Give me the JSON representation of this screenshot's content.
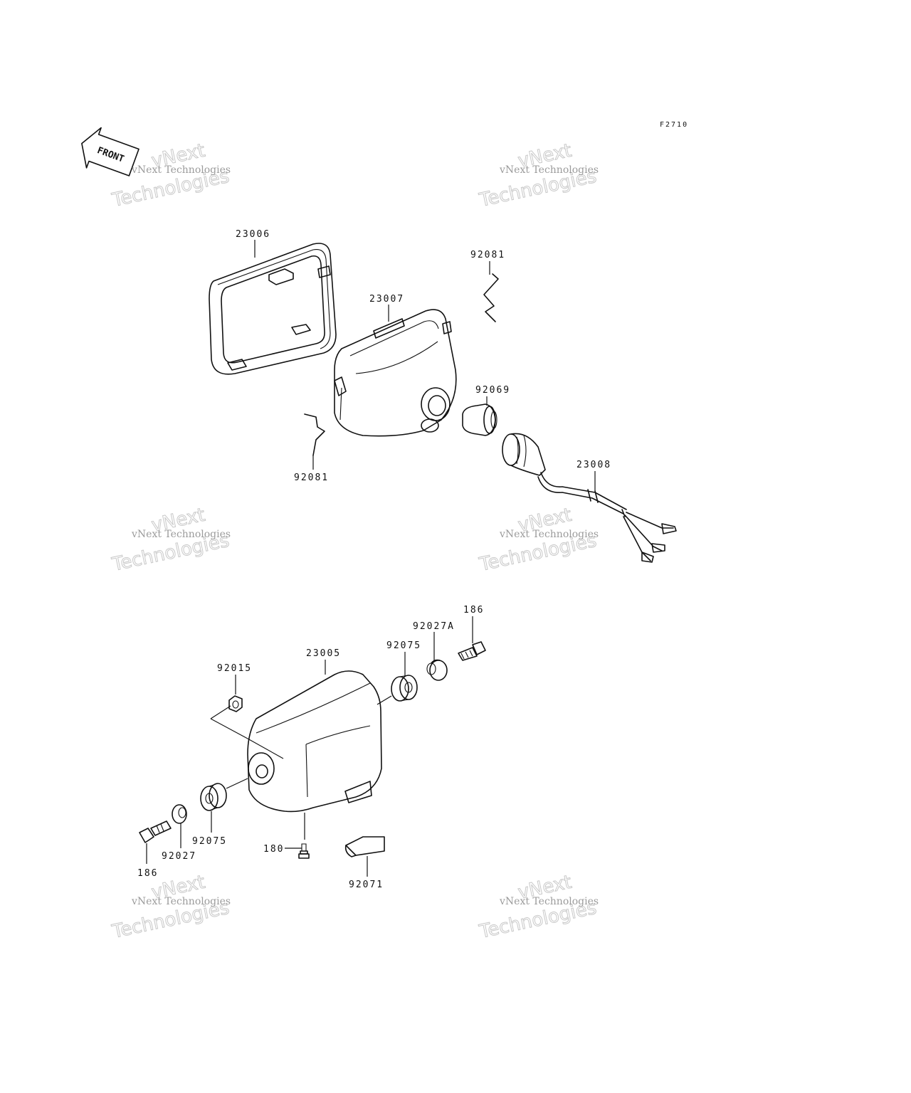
{
  "figure_code": "F2710",
  "front_arrow_label": "FRONT",
  "watermark": {
    "line1": "vNext Technologies",
    "line2": "vNext",
    "line3": "Technologies"
  },
  "parts": {
    "p23006": "23006",
    "p23007": "23007",
    "p92081_top": "92081",
    "p92081_left": "92081",
    "p92069": "92069",
    "p23008": "23008",
    "p186_top": "186",
    "p92027A": "92027A",
    "p92075_top": "92075",
    "p23005": "23005",
    "p92015": "92015",
    "p92075_bottom": "92075",
    "p92027": "92027",
    "p186_bottom": "186",
    "p180": "180",
    "p92071": "92071"
  }
}
